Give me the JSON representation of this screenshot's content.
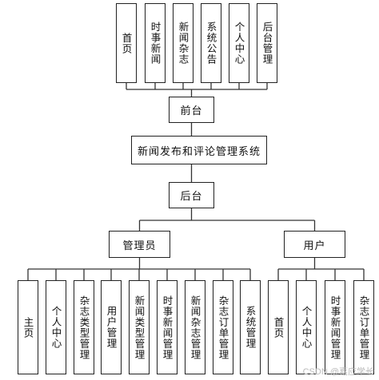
{
  "diagram": {
    "top_modules": [
      "首页",
      "时事新闻",
      "新闻杂志",
      "系统公告",
      "个人中心",
      "后台管理"
    ],
    "frontend_label": "前台",
    "system_title": "新闻发布和评论管理系统",
    "backend_label": "后台",
    "admin_label": "管理员",
    "user_label": "用户",
    "admin_modules": [
      "主页",
      "个人中心",
      "杂志类型管理",
      "用户管理",
      "新闻类型管理",
      "时事新闻管理",
      "新闻杂志管理",
      "杂志订单管理",
      "系统管理"
    ],
    "user_modules": [
      "首页",
      "个人中心",
      "时事新闻管理",
      "杂志订单管理"
    ]
  },
  "watermark": "CSDN @嘉应学长"
}
